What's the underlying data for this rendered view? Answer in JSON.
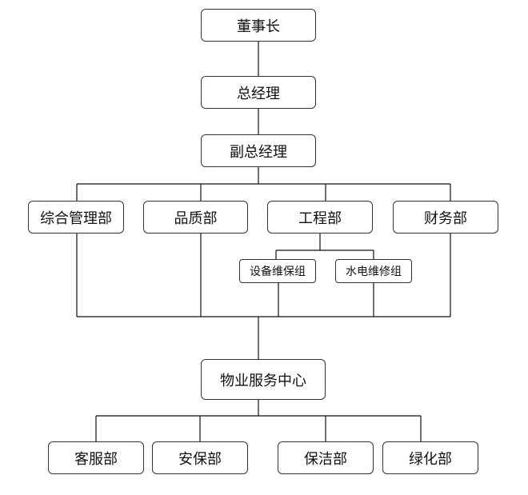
{
  "org_chart": {
    "chairman": "董事长",
    "general_manager": "总经理",
    "deputy_general_manager": "副总经理",
    "departments": {
      "general_management": "综合管理部",
      "quality": "品质部",
      "engineering": "工程部",
      "finance": "财务部"
    },
    "engineering_teams": {
      "equipment_maintenance": "设备维保组",
      "water_electric_maintenance": "水电维修组"
    },
    "service_center": "物业服务中心",
    "service_departments": {
      "customer_service": "客服部",
      "security": "安保部",
      "cleaning": "保洁部",
      "greening": "绿化部"
    }
  }
}
